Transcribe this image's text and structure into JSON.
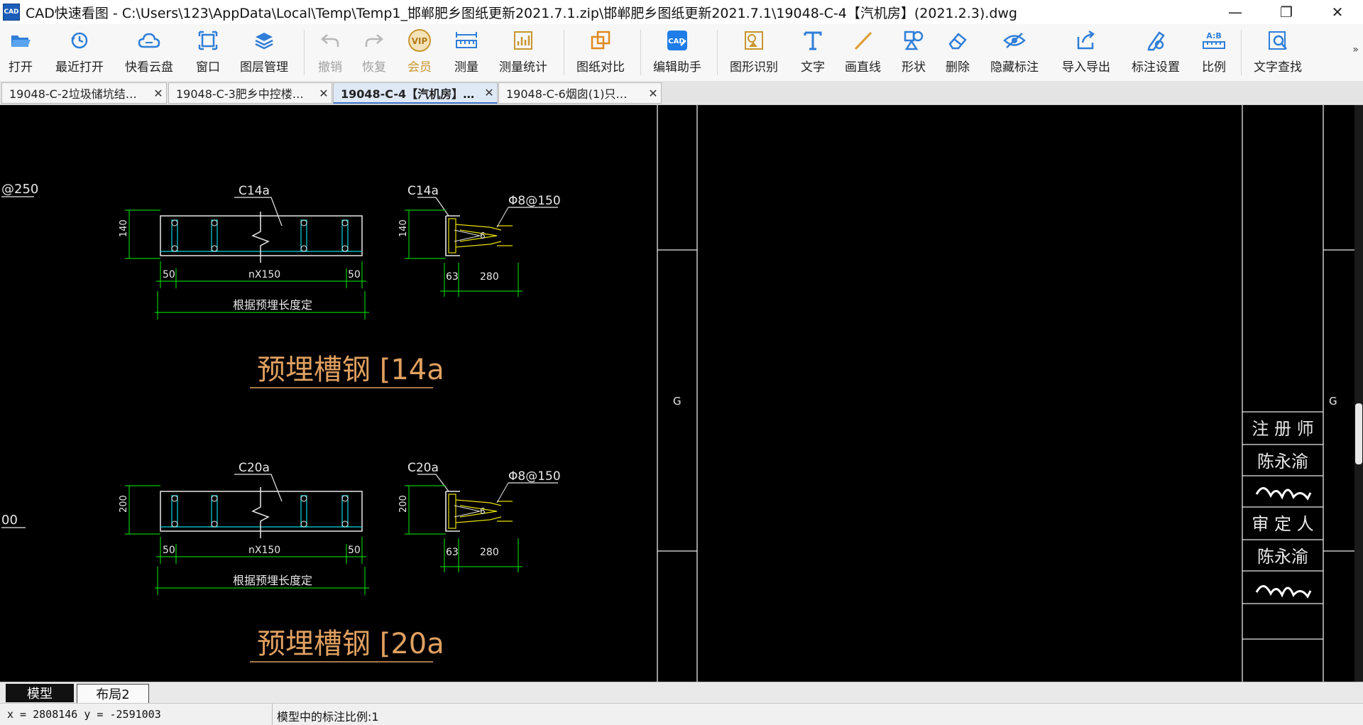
{
  "window": {
    "app_icon_text": "CAD",
    "title": "CAD快速看图 - C:\\Users\\123\\AppData\\Local\\Temp\\Temp1_邯郸肥乡图纸更新2021.7.1.zip\\邯郸肥乡图纸更新2021.7.1\\19048-C-4【汽机房】(2021.2.3).dwg",
    "btn_minimize": "—",
    "btn_restore": "❐",
    "btn_close": "✕"
  },
  "toolbar": {
    "items": [
      {
        "label": "打开",
        "icon": "folder-open-icon",
        "enabled": true
      },
      {
        "label": "最近打开",
        "icon": "recent-clock-icon",
        "enabled": true
      },
      {
        "label": "快看云盘",
        "icon": "cloud-icon",
        "enabled": true
      },
      {
        "label": "窗口",
        "icon": "window-icon",
        "enabled": true
      },
      {
        "label": "图层管理",
        "icon": "layers-icon",
        "enabled": true
      },
      {
        "label": "撤销",
        "icon": "undo-icon",
        "enabled": false
      },
      {
        "label": "恢复",
        "icon": "redo-icon",
        "enabled": false
      },
      {
        "label": "会员",
        "icon": "vip-icon",
        "enabled": true
      },
      {
        "label": "测量",
        "icon": "ruler-icon",
        "enabled": true
      },
      {
        "label": "测量统计",
        "icon": "measure-stats-icon",
        "enabled": true
      },
      {
        "label": "图纸对比",
        "icon": "compare-icon",
        "enabled": true
      },
      {
        "label": "编辑助手",
        "icon": "cad-edit-icon",
        "enabled": true
      },
      {
        "label": "图形识别",
        "icon": "shape-recognize-icon",
        "enabled": true
      },
      {
        "label": "文字",
        "icon": "text-t-icon",
        "enabled": true
      },
      {
        "label": "画直线",
        "icon": "line-icon",
        "enabled": true
      },
      {
        "label": "形状",
        "icon": "shapes-icon",
        "enabled": true
      },
      {
        "label": "删除",
        "icon": "eraser-icon",
        "enabled": true
      },
      {
        "label": "隐藏标注",
        "icon": "eye-hide-icon",
        "enabled": true
      },
      {
        "label": "导入导出",
        "icon": "import-export-icon",
        "enabled": true
      },
      {
        "label": "标注设置",
        "icon": "annotation-settings-icon",
        "enabled": true
      },
      {
        "label": "比例",
        "icon": "scale-ab-icon",
        "enabled": true
      },
      {
        "label": "文字查找",
        "icon": "text-search-icon",
        "enabled": true
      }
    ],
    "more": "»",
    "vip_text": "VIP",
    "cad_badge": "CAD",
    "scale_text": "A:B"
  },
  "tabs": [
    {
      "label": "19048-C-2垃圾储坑结…",
      "active": false
    },
    {
      "label": "19048-C-3肥乡中控楼…",
      "active": false
    },
    {
      "label": "19048-C-4【汽机房】…",
      "active": true
    },
    {
      "label": "19048-C-6烟囱(1)只…",
      "active": false
    }
  ],
  "tab_close": "✕",
  "drawing": {
    "top": {
      "label_left": "@250",
      "channel_tag": "C14a",
      "side_tag": "C14a",
      "rebar_tag": "Φ8@150",
      "dim_height": "140",
      "dim_left": "50",
      "dim_mid": "nX150",
      "dim_right": "50",
      "dim_note": "根据预埋长度定",
      "side_dim_a": "63",
      "side_dim_b": "280",
      "side_num": "6",
      "title": "预埋槽钢 [14a"
    },
    "bottom": {
      "label_left": "00",
      "channel_tag": "C20a",
      "side_tag": "C20a",
      "rebar_tag": "Φ8@150",
      "dim_height": "200",
      "dim_left": "50",
      "dim_mid": "nX150",
      "dim_right": "50",
      "dim_note": "根据预埋长度定",
      "side_dim_a": "63",
      "side_dim_b": "280",
      "side_num": "6",
      "title": "预埋槽钢 [20a"
    },
    "grid_left": "G",
    "grid_right": "G",
    "title_block": [
      {
        "text": "注 册 师",
        "kind": "text"
      },
      {
        "text": "陈永渝",
        "kind": "text"
      },
      {
        "text": "许松林",
        "kind": "signature"
      },
      {
        "text": "审 定 人",
        "kind": "text"
      },
      {
        "text": "陈永渝",
        "kind": "text"
      },
      {
        "text": "许松林",
        "kind": "signature"
      }
    ]
  },
  "bottom_tabs": [
    {
      "label": "模型",
      "active": true
    },
    {
      "label": "布局2",
      "active": false
    }
  ],
  "status": {
    "coords": "x = 2808146 y = -2591003",
    "scale_text": "模型中的标注比例:1"
  },
  "colors": {
    "dim_green": "#00c800",
    "white_line": "#e8e8e8",
    "cyan": "#00d8e0",
    "yellow": "#e8e000",
    "title_orange": "#e0a060"
  }
}
